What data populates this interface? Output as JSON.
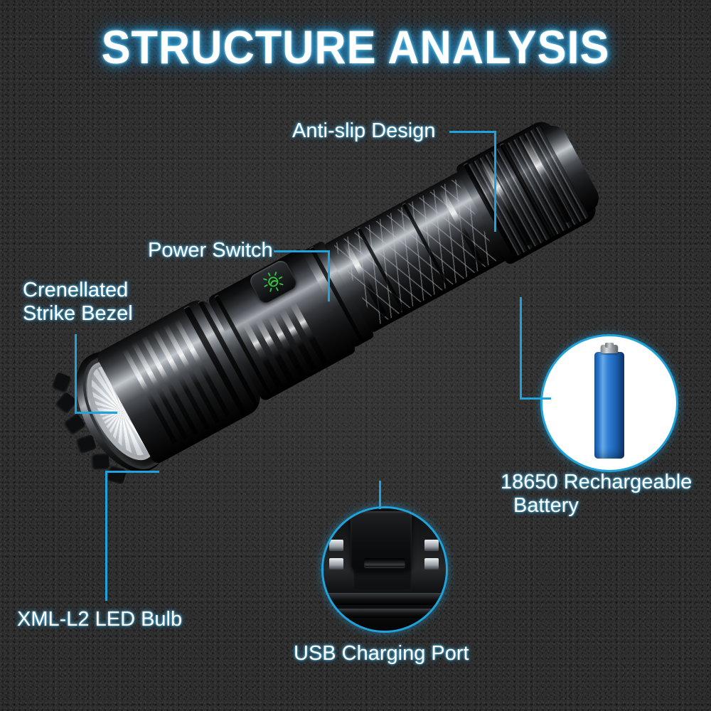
{
  "page": {
    "title": "STRUCTURE ANALYSIS",
    "accent_color": "#1fa3dd",
    "title_glow_color": "#35a8e0",
    "background_color": "#2c2c2c",
    "text_color": "#ffffff"
  },
  "callouts": [
    {
      "id": "anti-slip",
      "label": "Anti-slip Design"
    },
    {
      "id": "power-switch",
      "label": "Power Switch"
    },
    {
      "id": "bezel",
      "label_line1": "Crenellated",
      "label_line2": "Strike Bezel"
    },
    {
      "id": "led-bulb",
      "label": "XML-L2 LED Bulb"
    },
    {
      "id": "usb-port",
      "label": "USB Charging Port"
    },
    {
      "id": "battery",
      "label_line1": "18650 Rechargeable",
      "label_line2": "Battery"
    }
  ],
  "insets": {
    "battery": {
      "name": "18650 battery",
      "body_color": "#2a7ad0",
      "terminal_color": "#b9bec3",
      "circle_fill": "#ffffff",
      "ring_color": "#1fa3dd"
    },
    "usb": {
      "name": "micro USB charging port",
      "circle_fill": "#121314",
      "ring_color": "#1fa3dd"
    }
  },
  "product": {
    "name": "LED tactical flashlight",
    "body_color": "#101112",
    "switch_icon": "power-sun-icon",
    "switch_icon_color": "#36c23f",
    "reflector_color": "#f4f6f8"
  }
}
